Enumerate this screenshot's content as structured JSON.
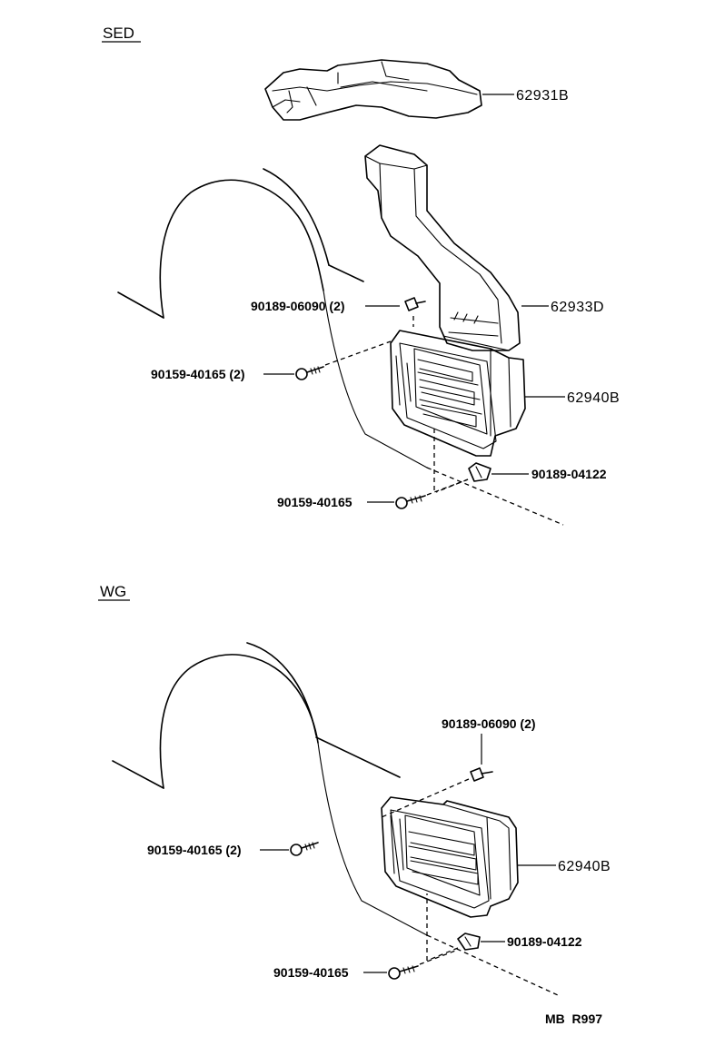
{
  "sections": {
    "sed": {
      "title": "SED"
    },
    "wg": {
      "title": "WG"
    }
  },
  "sed_parts": {
    "duct_upper": "62931B",
    "duct_lower": "62933D",
    "outlet": "62940B",
    "bolt_top": "90189-06090 (2)",
    "screw_left": "90159-40165 (2)",
    "clip": "90189-04122",
    "screw_bottom": "90159-40165"
  },
  "wg_parts": {
    "bolt_top": "90189-06090 (2)",
    "screw_left": "90159-40165 (2)",
    "outlet": "62940B",
    "clip": "90189-04122",
    "screw_bottom": "90159-40165"
  },
  "footer": {
    "code": "MB  R997"
  }
}
